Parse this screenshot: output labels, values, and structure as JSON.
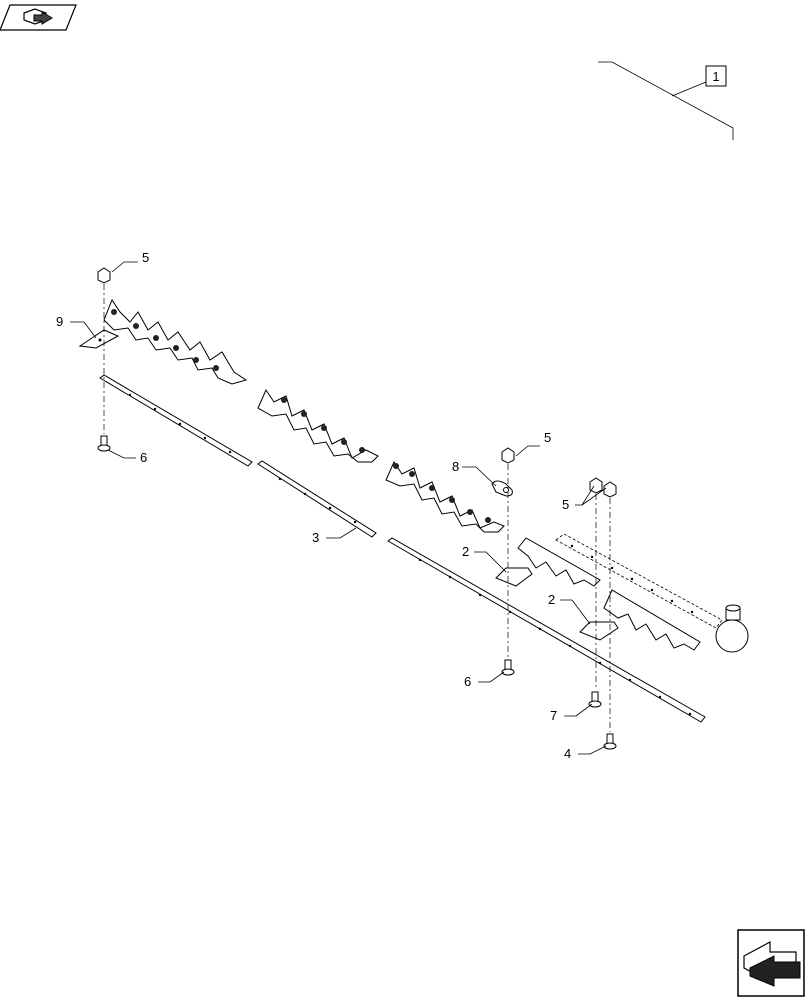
{
  "nav": {
    "top_icon": "book-arrow-icon",
    "bottom_icon": "next-page-arrow-icon"
  },
  "assembly_label": "1",
  "callouts": {
    "c2a": "2",
    "c2b": "2",
    "c3": "3",
    "c4": "4",
    "c5a": "5",
    "c5b": "5",
    "c5c": "5",
    "c6a": "6",
    "c6b": "6",
    "c7": "7",
    "c8": "8",
    "c9": "9"
  }
}
